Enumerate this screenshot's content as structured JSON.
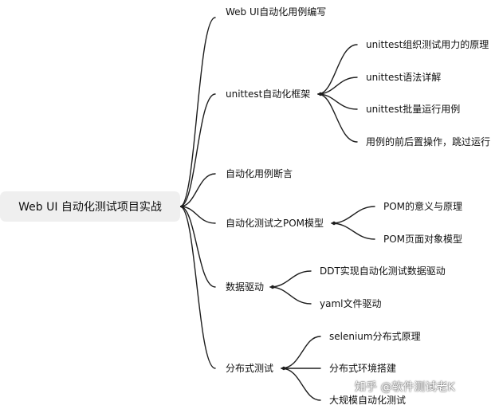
{
  "root": {
    "label": "Web UI 自动化测试项目实战"
  },
  "branches": [
    {
      "label": "Web UI自动化用例编写",
      "children": []
    },
    {
      "label": "unittest自动化框架",
      "children": [
        "unittest组织测试用力的原理",
        "unittest语法详解",
        "unittest批量运行用例",
        "用例的前后置操作，跳过运行"
      ]
    },
    {
      "label": "自动化用例断言",
      "children": []
    },
    {
      "label": "自动化测试之POM模型",
      "children": [
        "POM的意义与原理",
        "POM页面对象模型"
      ]
    },
    {
      "label": "数据驱动",
      "children": [
        "DDT实现自动化测试数据驱动",
        "yaml文件驱动"
      ]
    },
    {
      "label": "分布式测试",
      "children": [
        "selenium分布式原理",
        "分布式环境搭建",
        "大规模自动化测试"
      ]
    }
  ],
  "watermark": "知乎 @软件测试老K",
  "colors": {
    "line": "#1e1e1e",
    "root_bg": "#efefef",
    "text": "#111111"
  }
}
